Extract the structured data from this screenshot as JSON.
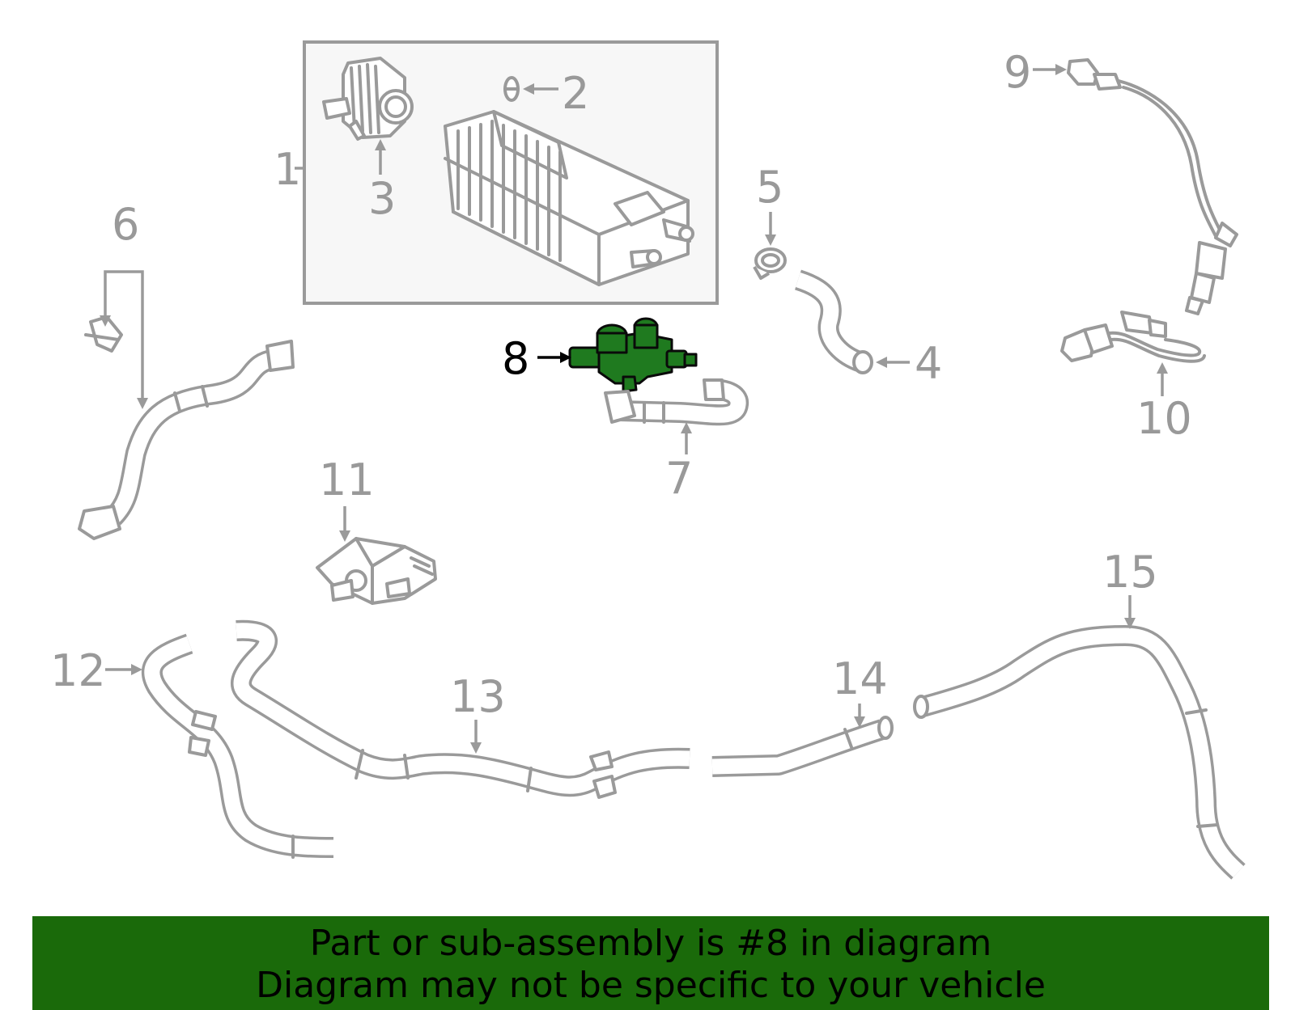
{
  "callouts": {
    "c1": "1",
    "c2": "2",
    "c3": "3",
    "c4": "4",
    "c5": "5",
    "c6": "6",
    "c7": "7",
    "c8": "8",
    "c9": "9",
    "c10": "10",
    "c11": "11",
    "c12": "12",
    "c13": "13",
    "c14": "14",
    "c15": "15"
  },
  "highlighted_part": "8",
  "colors": {
    "line": "#9a9a9a",
    "highlight_fill": "#1f7a1f",
    "banner": "#1a6a0a",
    "assembly_box_fill": "#f7f7f7"
  },
  "banner": {
    "line1": "Part or sub-assembly is #8 in diagram",
    "line2": "Diagram may not be specific to your vehicle"
  }
}
